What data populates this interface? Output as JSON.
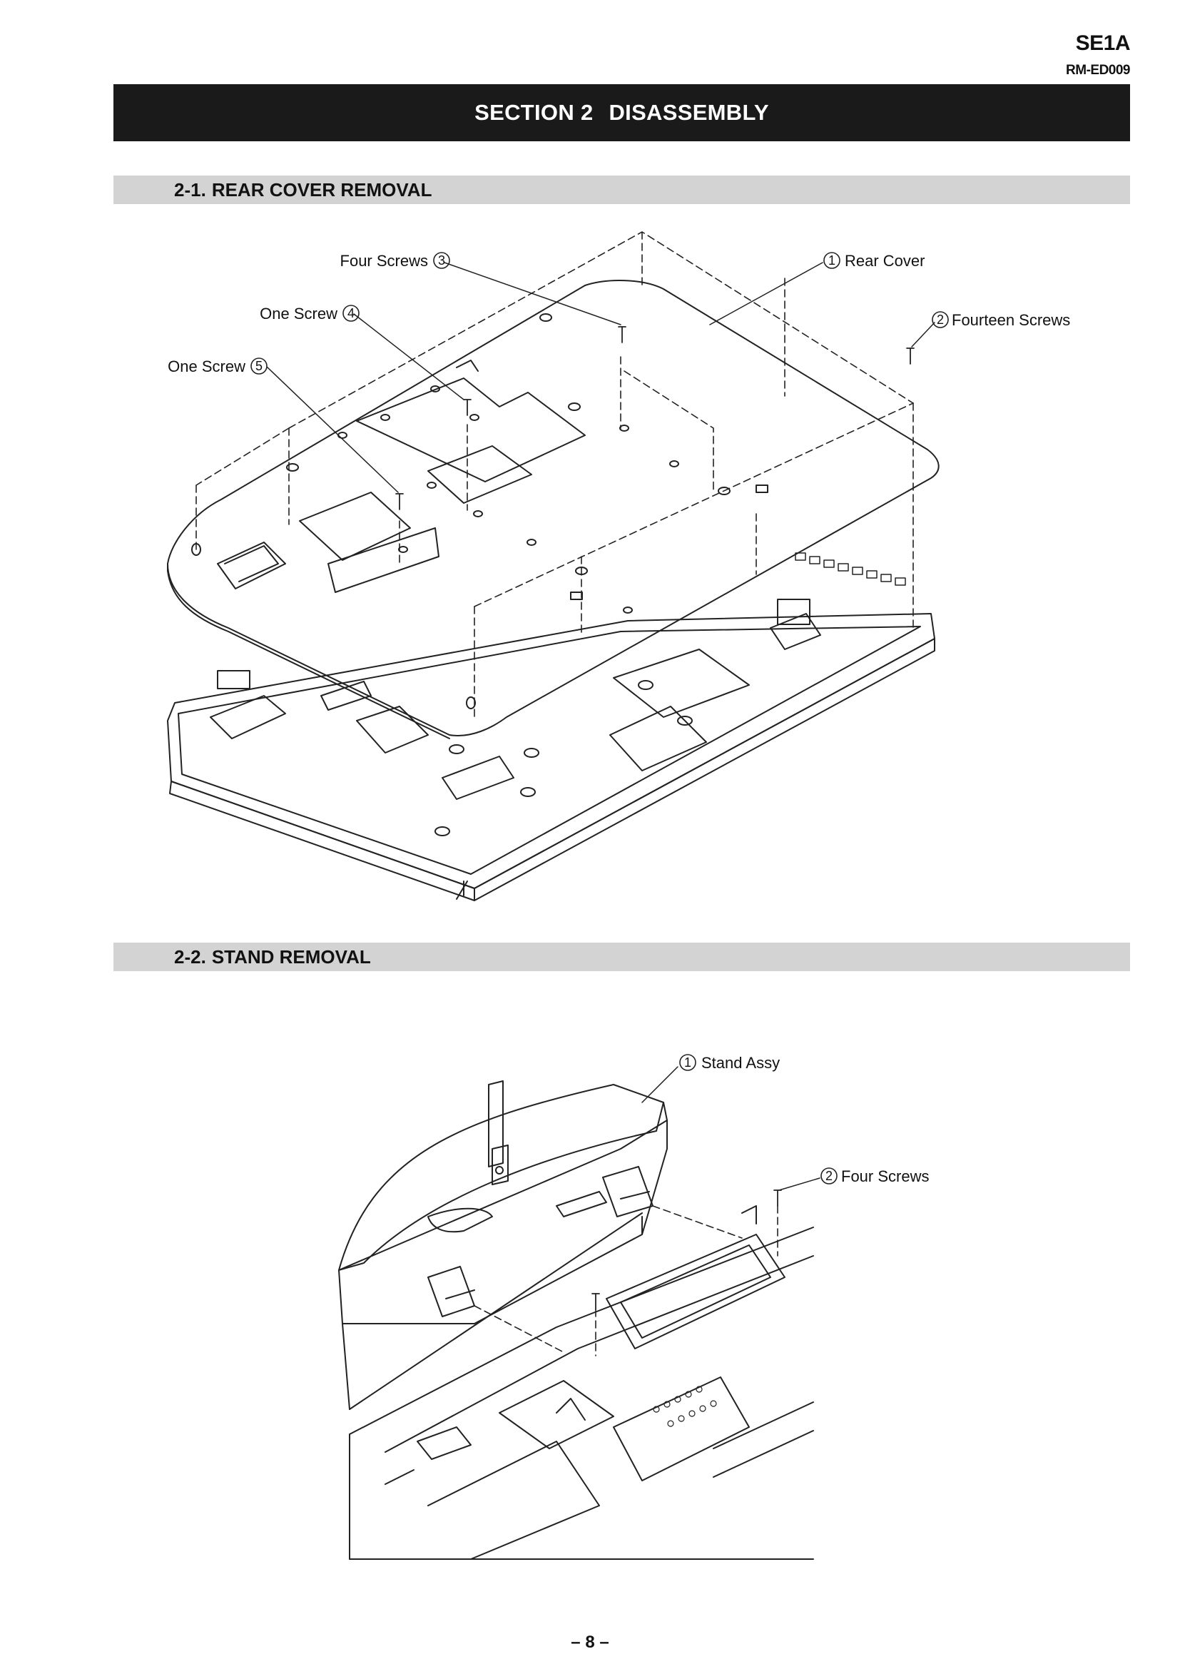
{
  "header": {
    "model": "SE1A",
    "doc_number": "RM-ED009"
  },
  "section": {
    "number": "SECTION 2",
    "title": "DISASSEMBLY"
  },
  "subsections": [
    {
      "number": "2-1.",
      "title": "REAR COVER REMOVAL",
      "callouts": [
        {
          "index": "3",
          "label": "Four Screws"
        },
        {
          "index": "4",
          "label": "One Screw"
        },
        {
          "index": "5",
          "label": "One Screw"
        },
        {
          "index": "1",
          "label": "Rear Cover"
        },
        {
          "index": "2",
          "label": "Fourteen Screws"
        }
      ]
    },
    {
      "number": "2-2.",
      "title": "STAND REMOVAL",
      "callouts": [
        {
          "index": "1",
          "label": "Stand  Assy"
        },
        {
          "index": "2",
          "label": "Four Screws"
        }
      ]
    }
  ],
  "footer": {
    "page": "– 8 –"
  }
}
